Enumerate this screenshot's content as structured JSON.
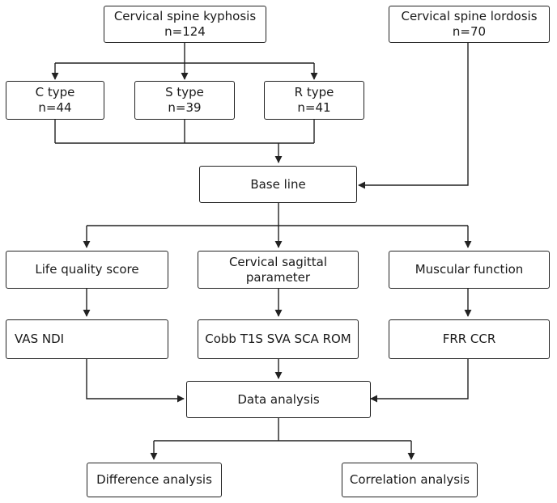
{
  "nodes": {
    "kyphosis": {
      "lines": [
        "Cervical spine kyphosis",
        "n=124"
      ]
    },
    "lordosis": {
      "lines": [
        "Cervical spine lordosis",
        "n=70"
      ]
    },
    "c_type": {
      "lines": [
        "C type",
        "n=44"
      ]
    },
    "s_type": {
      "lines": [
        "S type",
        "n=39"
      ]
    },
    "r_type": {
      "lines": [
        "R type",
        "n=41"
      ]
    },
    "baseline": {
      "lines": [
        "Base line"
      ]
    },
    "life_quality": {
      "lines": [
        "Life quality score"
      ]
    },
    "sagittal": {
      "lines": [
        "Cervical sagittal",
        "parameter"
      ]
    },
    "muscular": {
      "lines": [
        "Muscular function"
      ]
    },
    "vas_ndi": {
      "lines": [
        "VAS NDI"
      ]
    },
    "cobb": {
      "lines": [
        "Cobb T1S SVA SCA ROM"
      ]
    },
    "frr_ccr": {
      "lines": [
        "FRR CCR"
      ]
    },
    "data_analysis": {
      "lines": [
        "Data analysis"
      ]
    },
    "difference": {
      "lines": [
        "Difference analysis"
      ]
    },
    "correlation": {
      "lines": [
        "Correlation analysis"
      ]
    }
  },
  "colors": {
    "stroke": "#222222",
    "text": "#1a1a1a",
    "background": "#ffffff"
  }
}
